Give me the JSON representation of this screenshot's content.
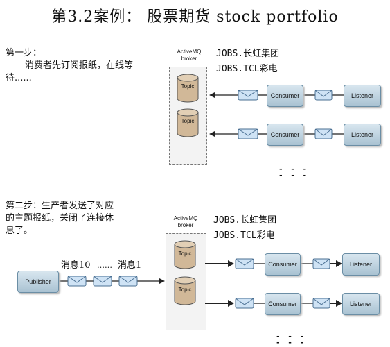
{
  "title": "第3.2案例：    股票期货 stock portfolio",
  "step1": {
    "line1": "第一步：",
    "line2": "消费者先订阅报纸，在线等",
    "line3": "待......"
  },
  "step2": {
    "line1": "第二步：生产者发送了对应",
    "line2": "的主题报纸，关闭了连接休",
    "line3": "息了。"
  },
  "diagram1": {
    "broker_line1": "ActiveMQ",
    "broker_line2": "broker",
    "topic1": "Topic",
    "topic2": "Topic",
    "jobs1": "JOBS.长虹集团",
    "jobs2": "JOBS.TCL彩电",
    "consumer1": "Consumer",
    "consumer2": "Consumer",
    "listener1": "Listener",
    "listener2": "Listener",
    "ellipsis_top": "- - -",
    "ellipsis_bottom": "- - -"
  },
  "diagram2": {
    "broker_line1": "ActiveMQ",
    "broker_line2": "broker",
    "topic1": "Topic",
    "topic2": "Topic",
    "jobs1": "JOBS.长虹集团",
    "jobs2": "JOBS.TCL彩电",
    "consumer1": "Consumer",
    "consumer2": "Consumer",
    "listener1": "Listener",
    "listener2": "Listener",
    "publisher": "Publisher",
    "msg10": "消息10",
    "msg_dots": "……",
    "msg1": "消息1",
    "ellipsis_top": "- - -",
    "ellipsis_bottom": "- - -"
  }
}
